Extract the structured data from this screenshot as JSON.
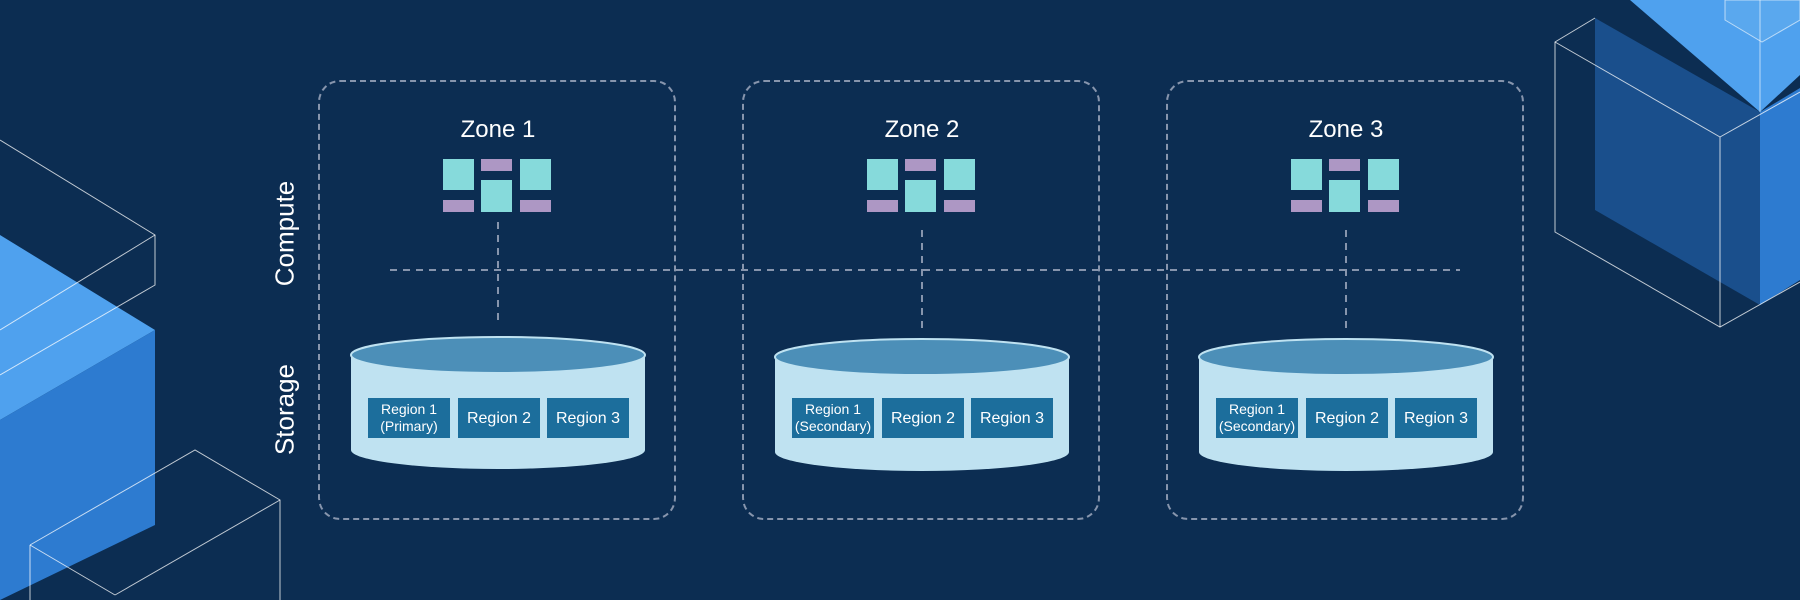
{
  "axis_labels": {
    "compute": "Compute",
    "storage": "Storage"
  },
  "zones": [
    {
      "title": "Zone 1",
      "regions": [
        {
          "line1": "Region 1",
          "line2": "(Primary)"
        },
        {
          "line1": "Region 2",
          "line2": ""
        },
        {
          "line1": "Region 3",
          "line2": ""
        }
      ]
    },
    {
      "title": "Zone 2",
      "regions": [
        {
          "line1": "Region 1",
          "line2": "(Secondary)"
        },
        {
          "line1": "Region 2",
          "line2": ""
        },
        {
          "line1": "Region 3",
          "line2": ""
        }
      ]
    },
    {
      "title": "Zone 3",
      "regions": [
        {
          "line1": "Region 1",
          "line2": "(Secondary)"
        },
        {
          "line1": "Region 2",
          "line2": ""
        },
        {
          "line1": "Region 3",
          "line2": ""
        }
      ]
    }
  ],
  "colors": {
    "background": "#0c2d52",
    "compute_block": "#86dadb",
    "compute_bar": "#ad97c4",
    "storage_body": "#bfe2f1",
    "storage_top": "#4c8fb8",
    "region_box": "#1c6e9c",
    "dashed_line": "#8795ad",
    "accent_blue": "#3e8fe4",
    "accent_blue_light": "#4fa1ee",
    "accent_blue_dark": "#2d7bd0"
  }
}
